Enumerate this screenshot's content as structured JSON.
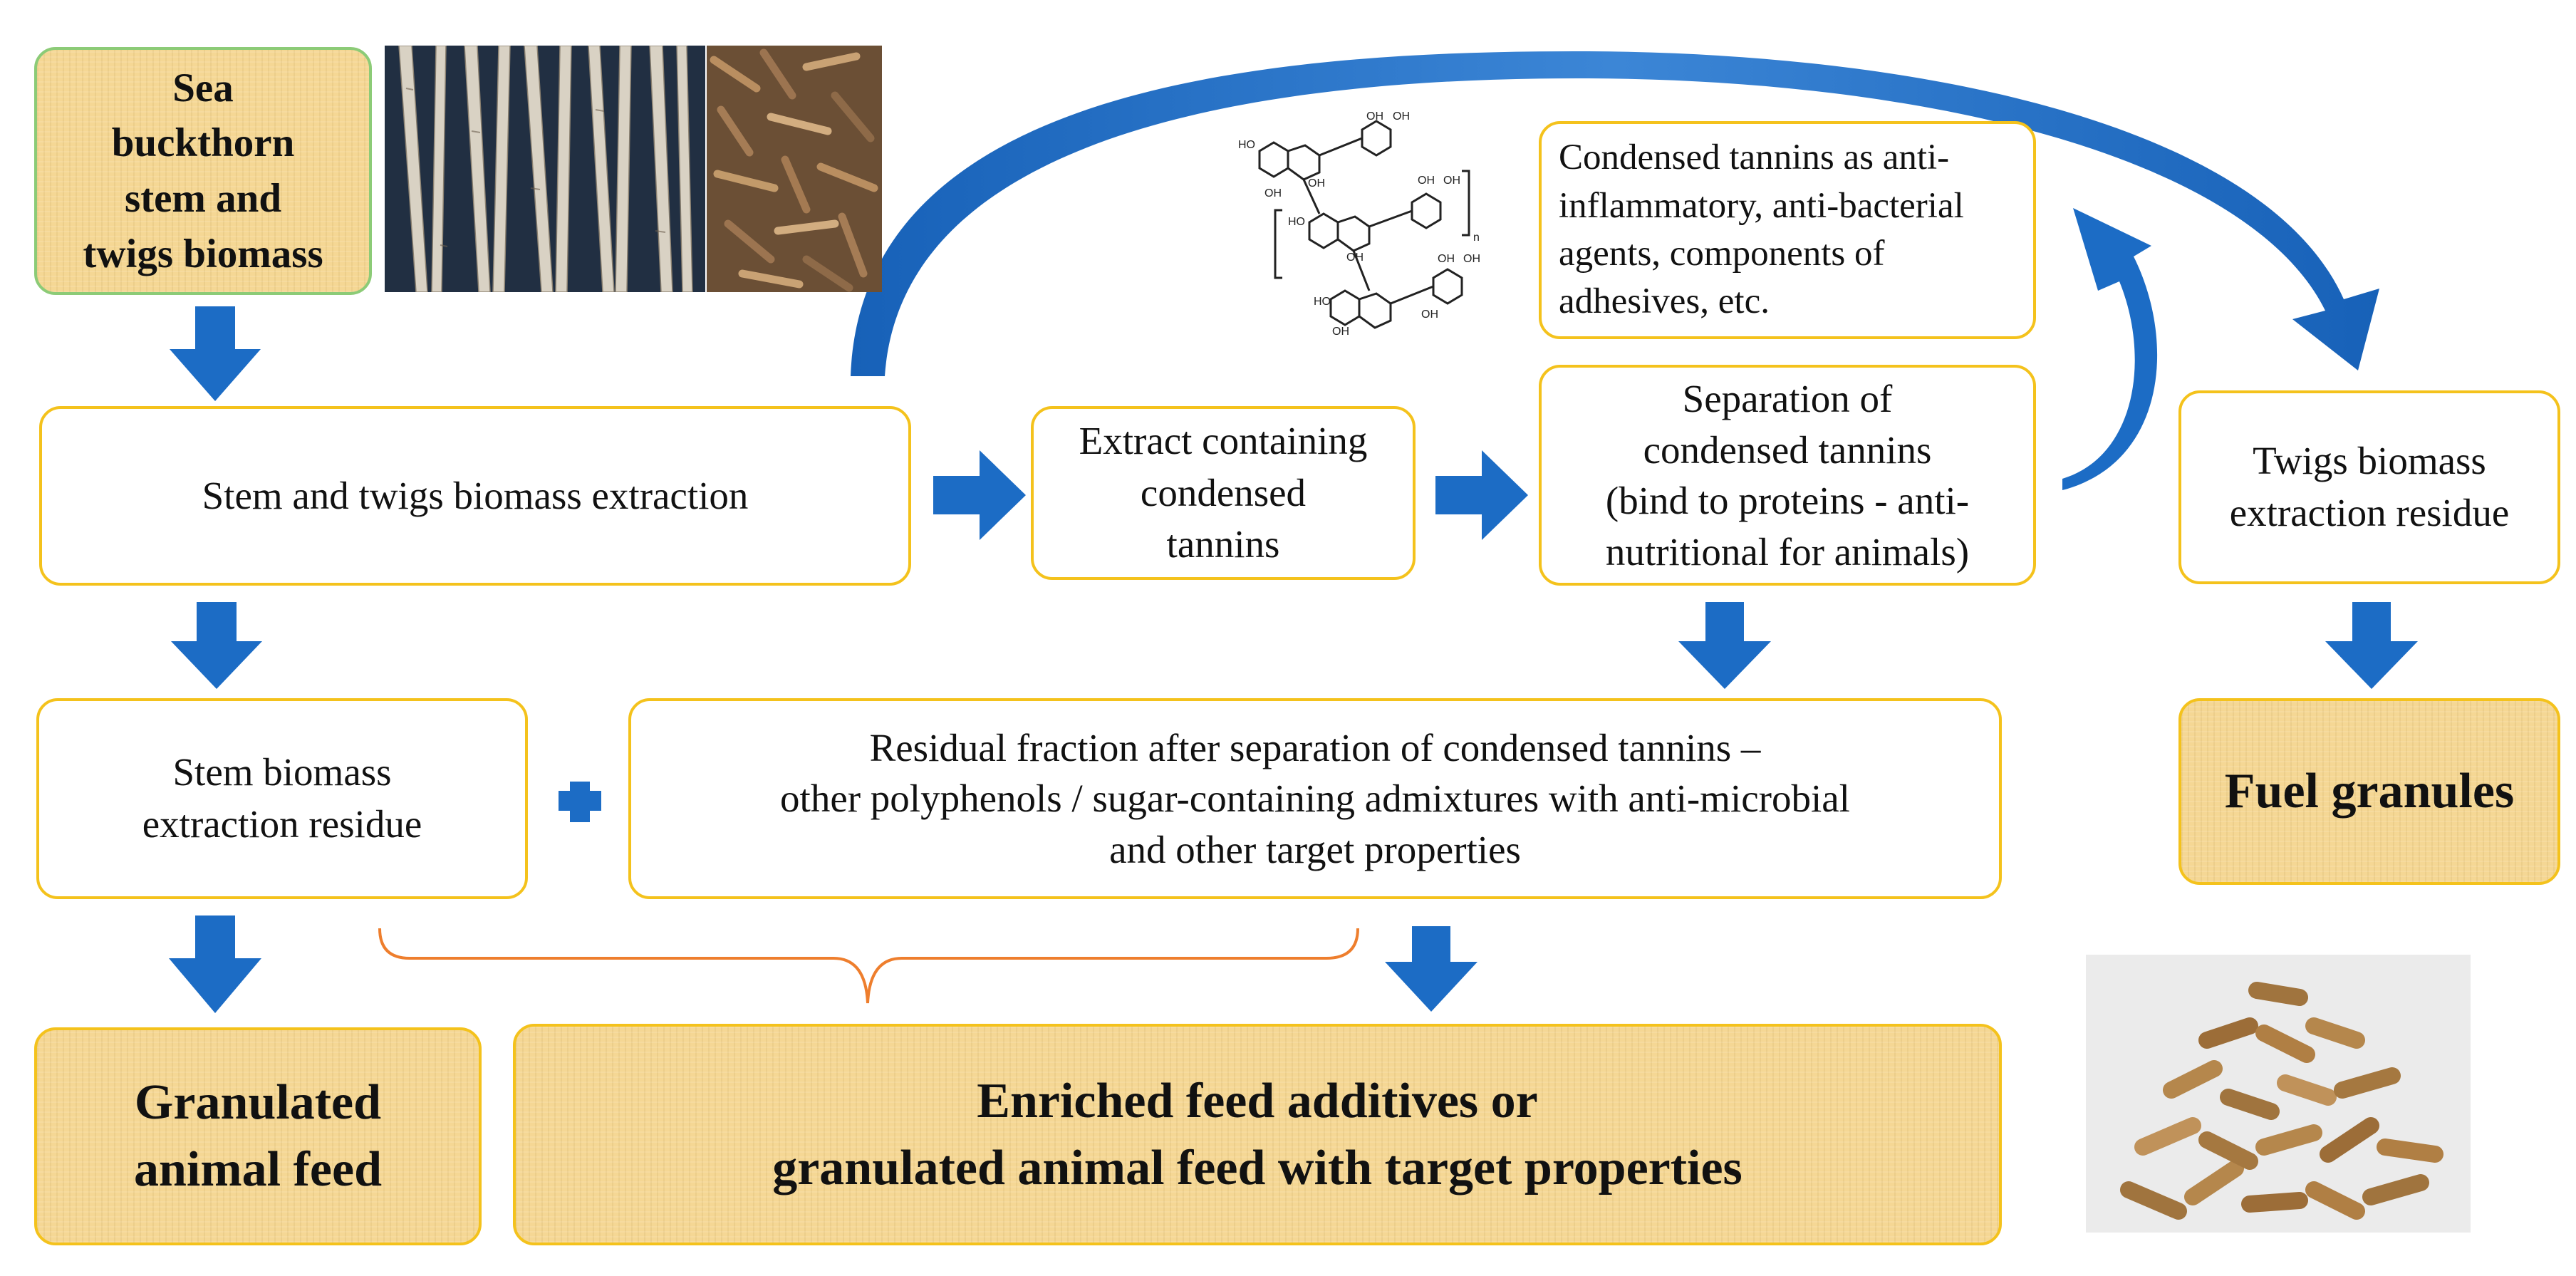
{
  "boxes": {
    "sea_buckthorn": "Sea\nbuckthorn\nstem and\ntwigs biomass",
    "extraction": "Stem and twigs biomass extraction",
    "extract": "Extract containing\ncondensed\ntannins",
    "tannin_uses": "Condensed tannins as anti-\ninflammatory, anti-bacterial\nagents, components of\nadhesives, etc.",
    "separation": "Separation of\ncondensed tannins\n(bind to proteins - anti-\nnutritional for animals)",
    "twigs_residue": "Twigs biomass\nextraction residue",
    "stem_residue": "Stem biomass\nextraction residue",
    "residual_fraction": "Residual fraction after separation of condensed tannins –\nother polyphenols / sugar-containing admixtures with anti-microbial\nand other target properties",
    "fuel": "Fuel granules",
    "granulated_feed": "Granulated\nanimal feed",
    "enriched_feed": "Enriched feed additives or\ngranulated animal feed with target properties"
  },
  "structure_labels": {
    "oh_groups": [
      "HO",
      "OH",
      "OH",
      "OH",
      "OH",
      "HO",
      "OH",
      "OH",
      "OH",
      "HO",
      "OH",
      "OH",
      "OH",
      "OH"
    ],
    "repeat_index": "n"
  },
  "icons": {
    "arrow_color": "#1C6CC5",
    "plus_sign": "plus-icon",
    "bracket": "curly-brace-icon",
    "photos": [
      "stems-photo",
      "chopped-twigs-photo",
      "pellets-photo"
    ]
  },
  "colors": {
    "box_border": "#F4C21C",
    "source_border": "#8CCB77",
    "highlight_fill": "#F5D794",
    "arrow_blue": "#1C6CC5",
    "brace_orange": "#EE7E2D"
  }
}
